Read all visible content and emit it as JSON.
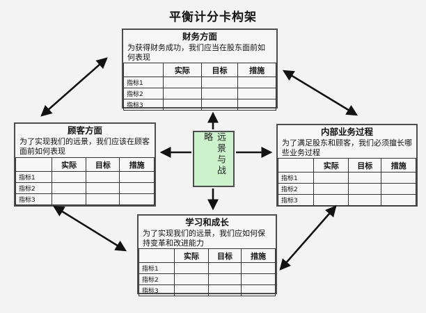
{
  "title": "平衡计分卡构架",
  "center": {
    "label": "远景与战略"
  },
  "table": {
    "headers": [
      "",
      "实际",
      "目标",
      "措施"
    ],
    "rows": [
      "指标1",
      "指标2",
      "指标3"
    ]
  },
  "panels": {
    "financial": {
      "title": "财务方面",
      "description": "为获得财务成功，我们应当在股东面前如何表现"
    },
    "customer": {
      "title": "顾客方面",
      "description": "为了实现我们的远景，我们应该在顾客面前如何表现"
    },
    "internal": {
      "title": "内部业务过程",
      "description": "为了满足股东和顾客，我们必须擅长哪些业务过程"
    },
    "learning": {
      "title": "学习和成长",
      "description": "为了实现我们的远景，我们应如何保持变革和改进能力"
    }
  },
  "colors": {
    "background": "#f3f3f3",
    "panel_border": "#4d4d4d",
    "center_fill": "#ccf2cc",
    "arrow": "#121212"
  }
}
